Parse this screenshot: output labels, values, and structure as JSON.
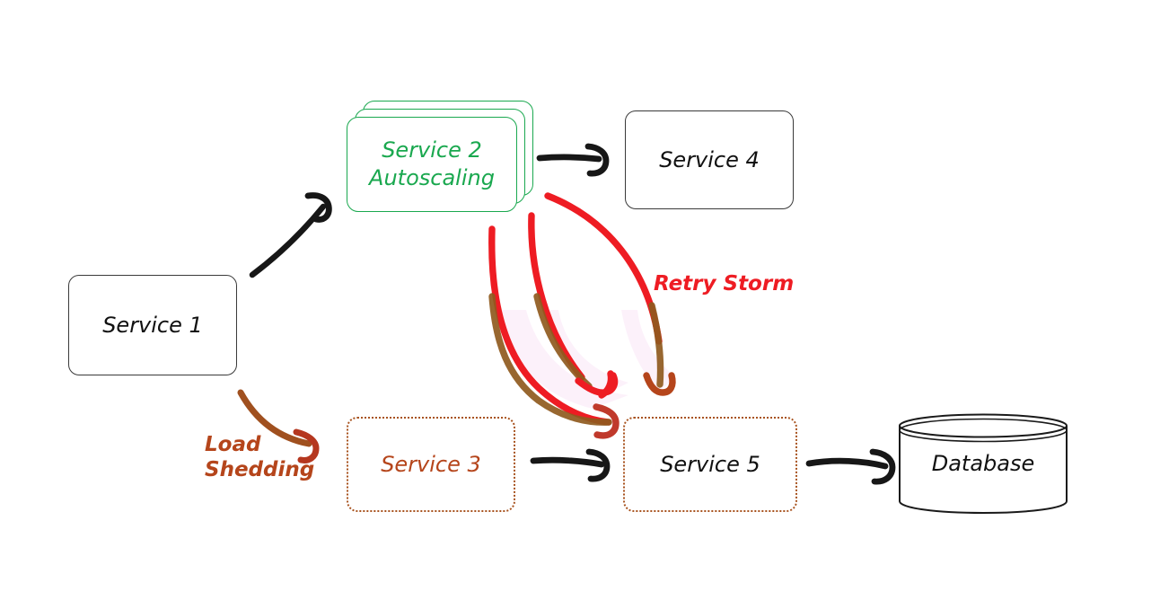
{
  "diagram": {
    "title": "Service dependency failure diagram",
    "background": "#ffffff",
    "colors": {
      "black_ink": "#111111",
      "green": "#1aa84f",
      "red": "#ee1c23",
      "sienna": "#b5451b",
      "dotted_border": "#a8531f",
      "highlight_pink": "#fbe4f7"
    }
  },
  "nodes": {
    "service1": {
      "label": "Service 1",
      "shape": "rounded-rect",
      "border": "solid",
      "color": "#111111"
    },
    "service2": {
      "label": "Service 2\nAutoscaling",
      "shape": "stacked-rounded-rect",
      "border": "solid",
      "color": "#1aa84f",
      "stack_count": 3
    },
    "service3": {
      "label": "Service 3",
      "shape": "rounded-rect",
      "border": "dotted",
      "color": "#b5451b"
    },
    "service4": {
      "label": "Service 4",
      "shape": "rounded-rect",
      "border": "solid",
      "color": "#111111"
    },
    "service5": {
      "label": "Service 5",
      "shape": "rounded-rect",
      "border": "dotted",
      "color": "#111111"
    },
    "database": {
      "label": "Database",
      "shape": "cylinder",
      "border": "solid",
      "color": "#111111"
    }
  },
  "annotations": {
    "retry_storm": {
      "label": "Retry Storm",
      "color": "#ee1c23"
    },
    "load_shedding": {
      "label": "Load\nShedding",
      "color": "#b5451b"
    }
  },
  "edges": [
    {
      "id": "s1-s2",
      "from": "service1",
      "to": "service2",
      "style": "solid-black-arrow",
      "label": ""
    },
    {
      "id": "s2-s4",
      "from": "service2",
      "to": "service4",
      "style": "solid-black-arrow",
      "label": ""
    },
    {
      "id": "s3-s5",
      "from": "service3",
      "to": "service5",
      "style": "solid-black-arrow",
      "label": ""
    },
    {
      "id": "s5-db",
      "from": "service5",
      "to": "database",
      "style": "solid-black-arrow",
      "label": ""
    },
    {
      "id": "s1-s3",
      "from": "service1",
      "to": "service3",
      "style": "curved-sienna-arrow",
      "label": "Load Shedding"
    },
    {
      "id": "retry1",
      "from": "service2",
      "to": "service5",
      "style": "curved-red-arrow",
      "label": "Retry Storm"
    },
    {
      "id": "retry2",
      "from": "service2",
      "to": "service5",
      "style": "curved-red-arrow",
      "label": "Retry Storm"
    },
    {
      "id": "retry3",
      "from": "service2",
      "to": "service5",
      "style": "curved-red-arrow",
      "label": "Retry Storm"
    }
  ]
}
